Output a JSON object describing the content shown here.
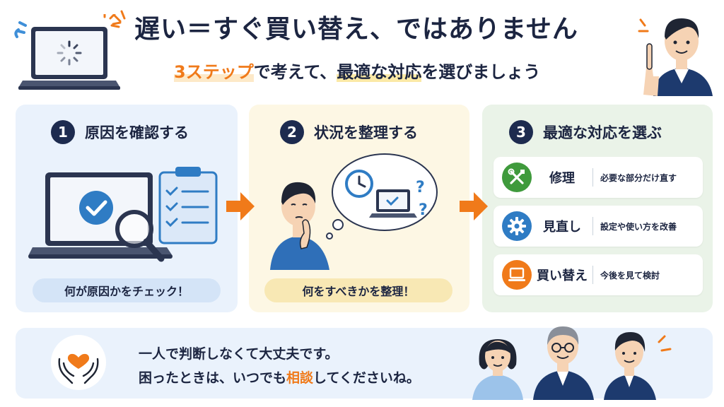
{
  "header": {
    "title": "遅い＝すぐ買い替え、ではありません",
    "subtitle_part1": "3ステップ",
    "subtitle_part2": "で考えて、",
    "subtitle_part3": "最適な対応",
    "subtitle_part4": "を選びましょう"
  },
  "steps": [
    {
      "number": "1",
      "title": "原因を確認する",
      "caption": "何が原因かをチェック！"
    },
    {
      "number": "2",
      "title": "状況を整理する",
      "caption": "何をすべきかを整理！"
    },
    {
      "number": "3",
      "title": "最適な対応を選ぶ"
    }
  ],
  "options": [
    {
      "label": "修理",
      "desc": "必要な部分だけ直す",
      "icon": "tools-icon",
      "color": "#3f9a3c"
    },
    {
      "label": "見直し",
      "desc": "設定や使い方を改善",
      "icon": "gear-icon",
      "color": "#2f7cc4"
    },
    {
      "label": "買い替え",
      "desc": "今後を見て検討",
      "icon": "laptop-icon",
      "color": "#f07a1a"
    }
  ],
  "bottom": {
    "line1": "一人で判断しなくて大丈夫です。",
    "line2_part1": "困ったときは、いつでも",
    "line2_accent": "相談",
    "line2_part2": "してくださいね。"
  },
  "colors": {
    "accent_orange": "#f07a1a",
    "navy": "#1c2541",
    "blue": "#2f7cc4",
    "green": "#3f9a3c"
  }
}
